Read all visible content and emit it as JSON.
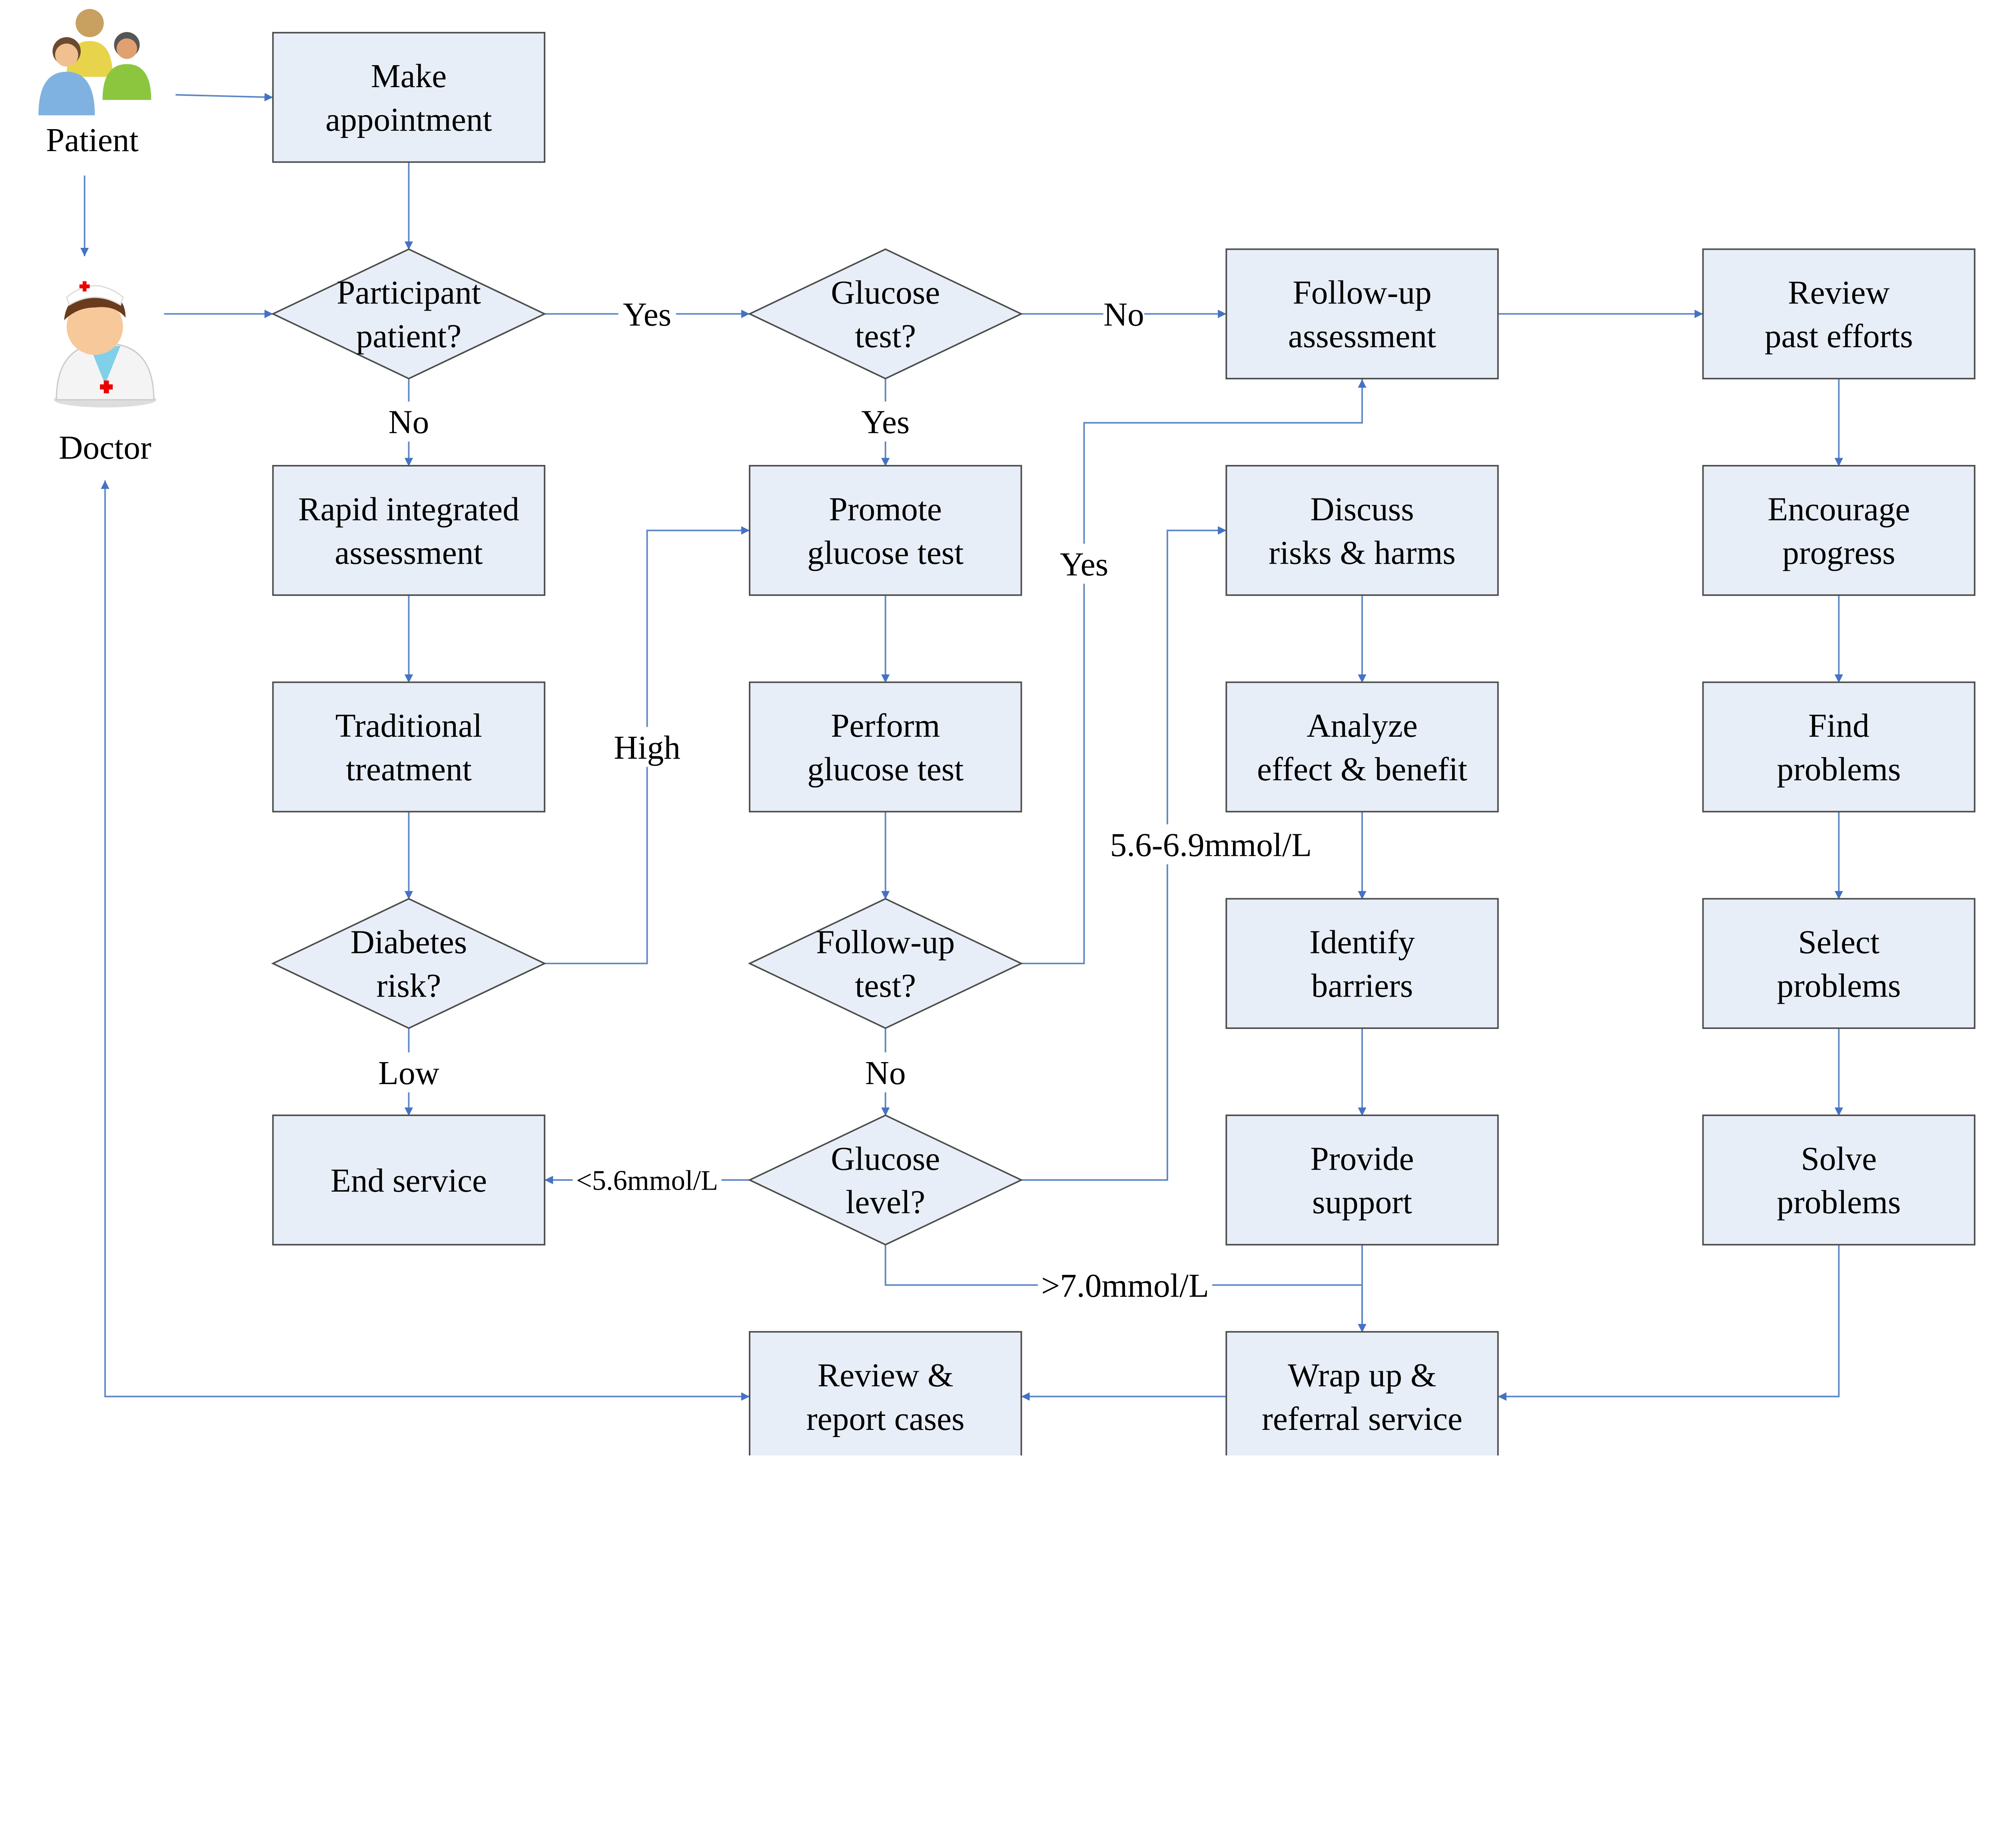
{
  "actors": {
    "patient": {
      "label": "Patient",
      "icon": "patient-group-icon"
    },
    "doctor": {
      "label": "Doctor",
      "icon": "doctor-icon"
    }
  },
  "colors": {
    "box_fill": "#e8eef7",
    "box_stroke": "#4d4d4d",
    "connector": "#5b86c5",
    "arrow": "#4472c4"
  },
  "nodes": [
    {
      "id": "make_appointment",
      "shape": "box",
      "lines": [
        "Make",
        "appointment"
      ]
    },
    {
      "id": "participant_patient",
      "shape": "diamond",
      "lines": [
        "Participant",
        "patient?"
      ]
    },
    {
      "id": "glucose_test_q",
      "shape": "diamond",
      "lines": [
        "Glucose",
        "test?"
      ]
    },
    {
      "id": "followup_assessment",
      "shape": "box",
      "lines": [
        "Follow-up",
        "assessment"
      ]
    },
    {
      "id": "review_past_efforts",
      "shape": "box",
      "lines": [
        "Review",
        "past efforts"
      ]
    },
    {
      "id": "rapid_assessment",
      "shape": "box",
      "lines": [
        "Rapid integrated",
        "assessment"
      ]
    },
    {
      "id": "promote_glucose",
      "shape": "box",
      "lines": [
        "Promote",
        "glucose test"
      ]
    },
    {
      "id": "discuss_risks",
      "shape": "box",
      "lines": [
        "Discuss",
        "risks & harms"
      ]
    },
    {
      "id": "encourage_progress",
      "shape": "box",
      "lines": [
        "Encourage",
        "progress"
      ]
    },
    {
      "id": "traditional_treatment",
      "shape": "box",
      "lines": [
        "Traditional",
        "treatment"
      ]
    },
    {
      "id": "perform_glucose",
      "shape": "box",
      "lines": [
        "Perform",
        "glucose test"
      ]
    },
    {
      "id": "analyze_effect",
      "shape": "box",
      "lines": [
        "Analyze",
        "effect & benefit"
      ]
    },
    {
      "id": "find_problems",
      "shape": "box",
      "lines": [
        "Find",
        "problems"
      ]
    },
    {
      "id": "diabetes_risk",
      "shape": "diamond",
      "lines": [
        "Diabetes",
        "risk?"
      ]
    },
    {
      "id": "followup_test_q",
      "shape": "diamond",
      "lines": [
        "Follow-up",
        "test?"
      ]
    },
    {
      "id": "identify_barriers",
      "shape": "box",
      "lines": [
        "Identify",
        "barriers"
      ]
    },
    {
      "id": "select_problems",
      "shape": "box",
      "lines": [
        "Select",
        "problems"
      ]
    },
    {
      "id": "end_service",
      "shape": "box",
      "lines": [
        "End service"
      ]
    },
    {
      "id": "glucose_level_q",
      "shape": "diamond",
      "lines": [
        "Glucose",
        "level?"
      ]
    },
    {
      "id": "provide_support",
      "shape": "box",
      "lines": [
        "Provide",
        "support"
      ]
    },
    {
      "id": "solve_problems",
      "shape": "box",
      "lines": [
        "Solve",
        "problems"
      ]
    },
    {
      "id": "review_report",
      "shape": "box",
      "lines": [
        "Review &",
        "report cases"
      ]
    },
    {
      "id": "wrap_up",
      "shape": "box",
      "lines": [
        "Wrap up &",
        "referral service"
      ]
    }
  ],
  "edges": [
    {
      "from": "patient",
      "to": "make_appointment",
      "label": ""
    },
    {
      "from": "patient",
      "to": "doctor",
      "label": ""
    },
    {
      "from": "doctor",
      "to": "participant_patient",
      "label": ""
    },
    {
      "from": "make_appointment",
      "to": "participant_patient",
      "label": ""
    },
    {
      "from": "participant_patient",
      "to": "glucose_test_q",
      "label": "Yes"
    },
    {
      "from": "glucose_test_q",
      "to": "followup_assessment",
      "label": "No"
    },
    {
      "from": "followup_assessment",
      "to": "review_past_efforts",
      "label": ""
    },
    {
      "from": "participant_patient",
      "to": "rapid_assessment",
      "label": "No"
    },
    {
      "from": "glucose_test_q",
      "to": "promote_glucose",
      "label": "Yes"
    },
    {
      "from": "review_past_efforts",
      "to": "encourage_progress",
      "label": ""
    },
    {
      "from": "rapid_assessment",
      "to": "traditional_treatment",
      "label": ""
    },
    {
      "from": "promote_glucose",
      "to": "perform_glucose",
      "label": ""
    },
    {
      "from": "discuss_risks",
      "to": "analyze_effect",
      "label": ""
    },
    {
      "from": "encourage_progress",
      "to": "find_problems",
      "label": ""
    },
    {
      "from": "traditional_treatment",
      "to": "diabetes_risk",
      "label": ""
    },
    {
      "from": "perform_glucose",
      "to": "followup_test_q",
      "label": ""
    },
    {
      "from": "analyze_effect",
      "to": "identify_barriers",
      "label": ""
    },
    {
      "from": "find_problems",
      "to": "select_problems",
      "label": ""
    },
    {
      "from": "diabetes_risk",
      "to": "end_service",
      "label": "Low"
    },
    {
      "from": "diabetes_risk",
      "to": "promote_glucose",
      "label": "High"
    },
    {
      "from": "followup_test_q",
      "to": "followup_assessment",
      "label": "Yes"
    },
    {
      "from": "followup_test_q",
      "to": "glucose_level_q",
      "label": "No"
    },
    {
      "from": "identify_barriers",
      "to": "provide_support",
      "label": ""
    },
    {
      "from": "select_problems",
      "to": "solve_problems",
      "label": ""
    },
    {
      "from": "glucose_level_q",
      "to": "end_service",
      "label": "<5.6mmol/L"
    },
    {
      "from": "glucose_level_q",
      "to": "discuss_risks",
      "label": "5.6-6.9mmol/L"
    },
    {
      "from": "glucose_level_q",
      "to": "wrap_up",
      "label": ">7.0mmol/L"
    },
    {
      "from": "provide_support",
      "to": "wrap_up",
      "label": ""
    },
    {
      "from": "solve_problems",
      "to": "wrap_up",
      "label": ""
    },
    {
      "from": "wrap_up",
      "to": "review_report",
      "label": ""
    },
    {
      "from": "review_report",
      "to": "doctor",
      "label": ""
    }
  ]
}
